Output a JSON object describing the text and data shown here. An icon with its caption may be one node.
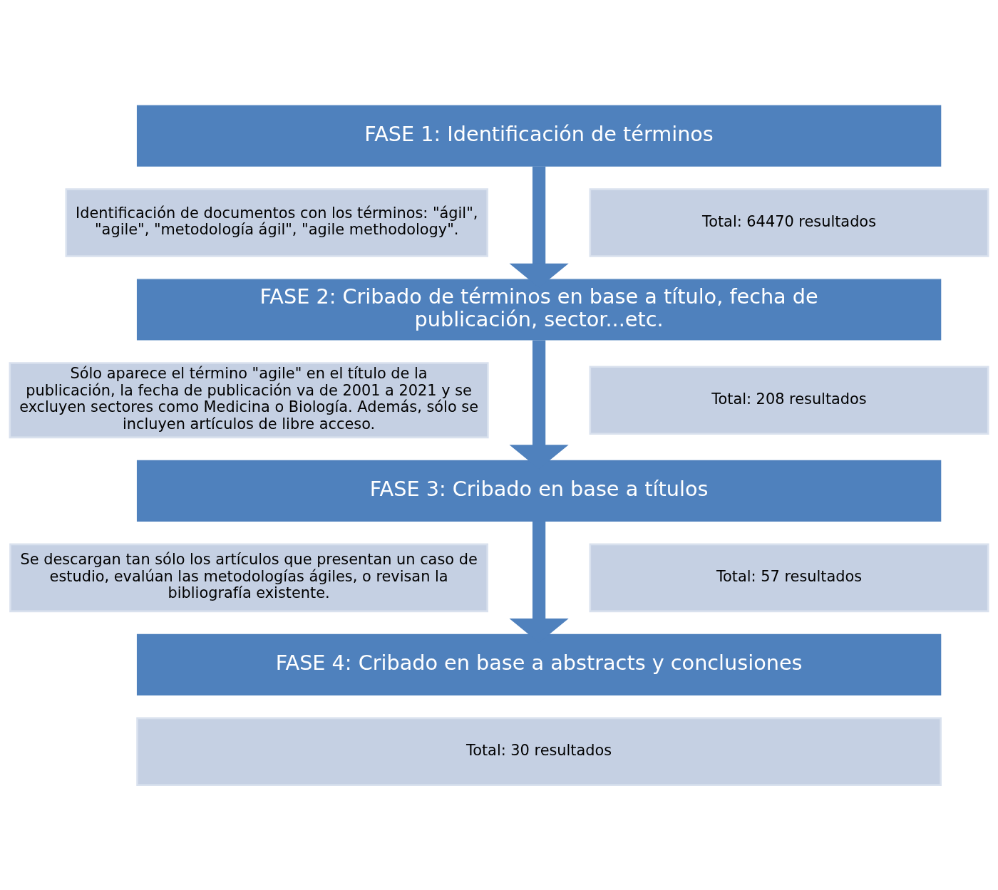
{
  "diagram": {
    "nodes": [
      {
        "text": [
          "FASE 1: Identificación de términos"
        ]
      },
      {
        "text": [
          "Identificación de documentos con los términos: \"ágil\", \"agile\", \"metodología ágil\", \"agile methodology\"."
        ]
      },
      {
        "text": [
          "Total: 64470 resultados"
        ]
      },
      {
        "text": [
          "FASE 2: Cribado de términos en base a título, fecha de publicación, sector...etc."
        ]
      },
      {
        "text": [
          "Sólo aparece el término \"agile\" en el título de la publicación, la fecha de publicación va de 2001 a 2021 y se excluyen sectores como Medicina o Biología. Además, sólo se incluyen artículos de libre acceso."
        ]
      },
      {
        "text": [
          "Total: 208 resultados"
        ]
      },
      {
        "text": [
          "FASE 3: Cribado en base a títulos"
        ]
      },
      {
        "text": [
          "Se descargan tan sólo los artículos que presentan un caso de estudio, evalúan las metodologías ágiles, o revisan la bibliografía existente."
        ]
      },
      {
        "text": [
          "Total: 57 resultados"
        ]
      },
      {
        "text": [
          "FASE 4: Cribado en base a abstracts y conclusiones"
        ]
      },
      {
        "text": [
          "Total: 30 resultados"
        ]
      }
    ],
    "edges": [
      {
        "from": 0,
        "to": 3,
        "arrow": "to"
      },
      {
        "from": 3,
        "to": 6,
        "arrow": "to"
      },
      {
        "from": 6,
        "to": 9,
        "arrow": "to"
      }
    ]
  }
}
